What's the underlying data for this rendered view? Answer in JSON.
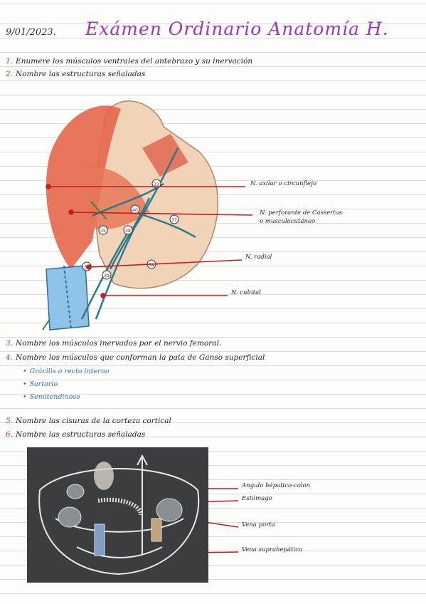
{
  "header": {
    "date": "9/01/2023.",
    "title": "Exámen Ordinario Anatomía H."
  },
  "questions": [
    {
      "number": "1.",
      "text": "Enumere los músculos ventrales del antebrazo y su inervación"
    },
    {
      "number": "2.",
      "text": "Nombre las estructuras señaladas"
    },
    {
      "number": "3.",
      "text": "Nombre los músculos inervados por el nervio femoral."
    },
    {
      "number": "4.",
      "text": "Nombre los músculos que conforman la pata de Ganso superficial"
    },
    {
      "number": "5.",
      "text": "Nombre las cisuras de la corteza cortical"
    },
    {
      "number": "6.",
      "text": "Nombre las estructuras señaladas"
    }
  ],
  "answers_q4": [
    "Grácilis o recto interno",
    "Sartorio",
    "Semitendinoso"
  ],
  "figure1": {
    "labels": [
      "N. axilar o circunflejo",
      "N. perforante de Casserius",
      "o musculocutáneo",
      "N. radial",
      "N. cubital"
    ],
    "markers": [
      "33",
      "40",
      "37",
      "35",
      "38",
      "36",
      "39",
      "34"
    ]
  },
  "figure2": {
    "labels": [
      "Angulo hépatico-colon",
      "Estómago",
      "Vena porta",
      "Vena suprahepática"
    ]
  },
  "colors": {
    "title": "#a42fc6",
    "accent": "#c43a32",
    "answers": "#2f6fd6",
    "nerve": "#2b7a8a"
  }
}
